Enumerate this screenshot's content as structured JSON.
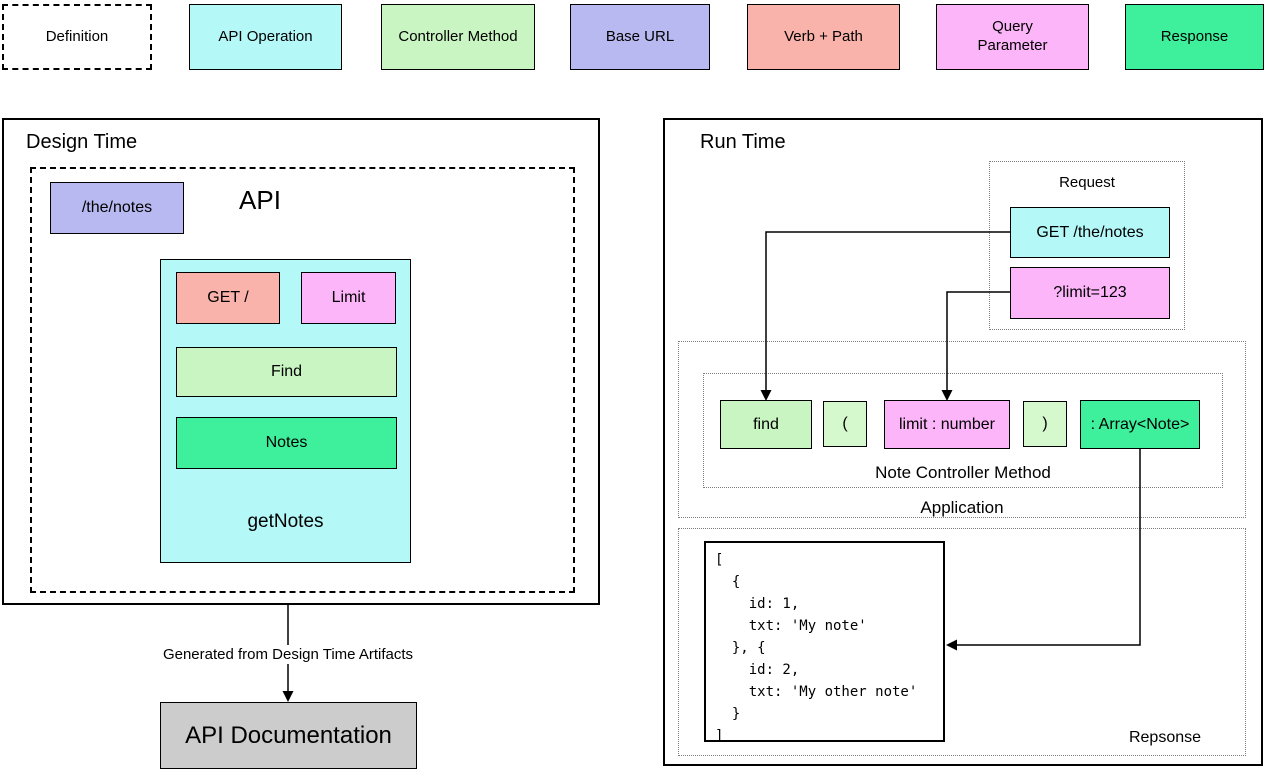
{
  "colors": {
    "cyan": "#b5f8f8",
    "green": "#c9f5c2",
    "paren_green": "#d5f8cd",
    "purple": "#b9b9f1",
    "salmon": "#f9b3aa",
    "pink": "#fcb5f9",
    "spring": "#3ef09c",
    "gray": "#cccccc"
  },
  "legend": {
    "items": [
      {
        "label": "Definition",
        "color": "#ffffff"
      },
      {
        "label": "API Operation",
        "color": "#b5f8f8"
      },
      {
        "label": "Controller Method",
        "color": "#c9f5c2"
      },
      {
        "label": "Base URL",
        "color": "#b9b9f1"
      },
      {
        "label": "Verb + Path",
        "color": "#f9b3aa"
      },
      {
        "label": "Query Parameter",
        "color": "#fcb5f9"
      },
      {
        "label": "Response",
        "color": "#3ef09c"
      }
    ]
  },
  "design_time": {
    "title": "Design Time",
    "api_label": "API",
    "base_url": "/the/notes",
    "operation": {
      "verb_path": "GET /",
      "query_param": "Limit",
      "controller": "Find",
      "response": "Notes",
      "name": "getNotes"
    },
    "arrow_label": "Generated from Design Time Artifacts",
    "documentation": "API Documentation"
  },
  "run_time": {
    "title": "Run Time",
    "request": {
      "label": "Request",
      "operation": "GET /the/notes",
      "query": "?limit=123"
    },
    "application": {
      "label": "Application",
      "controller": {
        "label": "Note Controller Method",
        "tokens": [
          {
            "text": "find",
            "type": "controller-method"
          },
          {
            "text": "(",
            "type": "paren"
          },
          {
            "text": "limit : number",
            "type": "query-parameter"
          },
          {
            "text": ")",
            "type": "paren"
          },
          {
            "text": ": Array<Note>",
            "type": "response"
          }
        ]
      }
    },
    "response": {
      "label": "Repsonse",
      "code_lines": [
        "[",
        "  {",
        "    id: 1,",
        "    txt: 'My note'",
        "  }, {",
        "    id: 2,",
        "    txt: 'My other note'",
        "  }",
        "]"
      ]
    }
  }
}
